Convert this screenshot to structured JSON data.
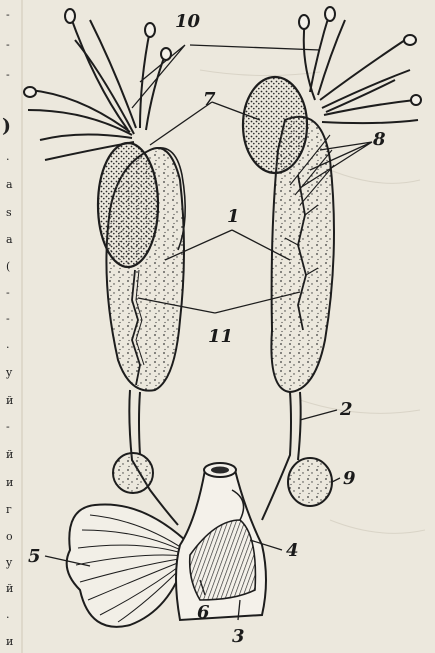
{
  "figure": {
    "labels": [
      "10",
      "7",
      "8",
      "1",
      "11",
      "2",
      "9",
      "4",
      "5",
      "6",
      "3"
    ]
  },
  "margin_glyphs": [
    "-",
    "-",
    "-",
    ")",
    ".",
    "a",
    "s",
    "a",
    "(",
    "-",
    "-",
    ".",
    "y",
    "й",
    "-",
    "й",
    "и",
    "г",
    "о",
    "y",
    "й",
    ".",
    "и"
  ]
}
